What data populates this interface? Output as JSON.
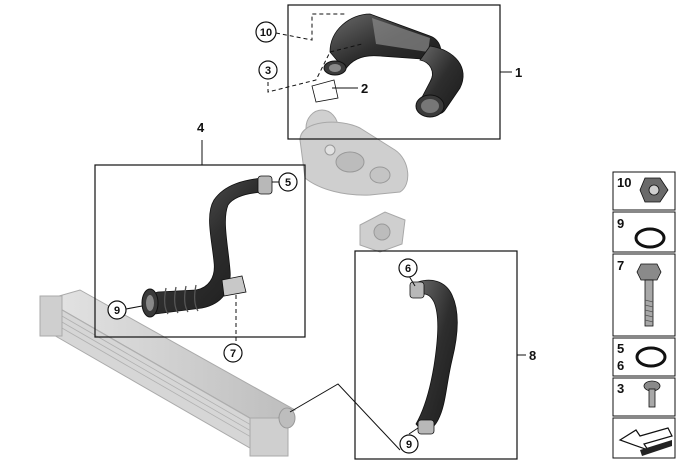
{
  "diagram": {
    "group_labels": {
      "g1": "1",
      "g2": "2",
      "g4": "4",
      "g8": "8"
    },
    "callouts": {
      "c10": "10",
      "c3": "3",
      "c5": "5",
      "c9a": "9",
      "c7": "7",
      "c6": "6",
      "c9b": "9"
    },
    "legend": {
      "cell1": {
        "label": "10"
      },
      "cell2": {
        "label": "9"
      },
      "cell3": {
        "label": "7"
      },
      "cell4": {
        "label_top": "5",
        "label_bottom": "6"
      },
      "cell5": {
        "label": "3"
      }
    },
    "colors": {
      "line": "#111111",
      "hose": "#2e2e2e",
      "hose_highlight": "#6a6a6a",
      "ghost_part": "#c8c8c8",
      "clamp": "#b8b8b8"
    }
  }
}
